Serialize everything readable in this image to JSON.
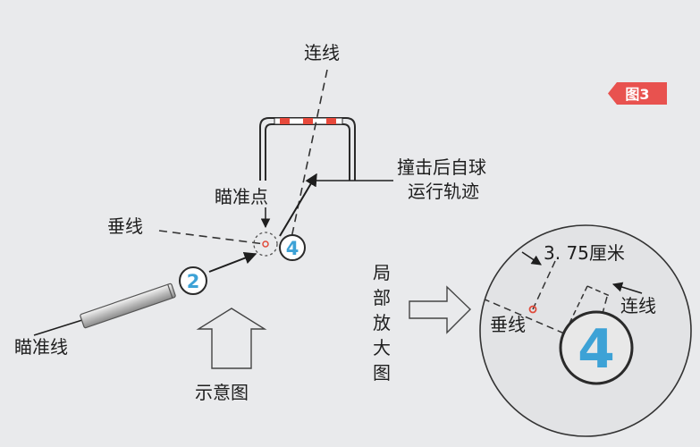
{
  "figure": {
    "badge": "图3"
  },
  "labels": {
    "connect_line": "连线",
    "aim_point": "瞄准点",
    "perpendicular": "垂线",
    "cue_path_line1": "撞击后自球",
    "cue_path_line2": "运行轨迹",
    "aim_line": "瞄准线",
    "schematic": "示意图",
    "local_zoom": [
      "局",
      "部",
      "放",
      "大",
      "图"
    ]
  },
  "balls": {
    "cue": "2",
    "object": "4",
    "zoom_object": "4"
  },
  "zoom": {
    "distance": "3. 75厘米",
    "perpendicular": "垂线",
    "connect_line": "连线"
  },
  "colors": {
    "ball_number": "#3da2d6",
    "badge_bg": "#e8524f",
    "aim_dot": "#e04a3a",
    "rail_red": "#e84a3c"
  }
}
